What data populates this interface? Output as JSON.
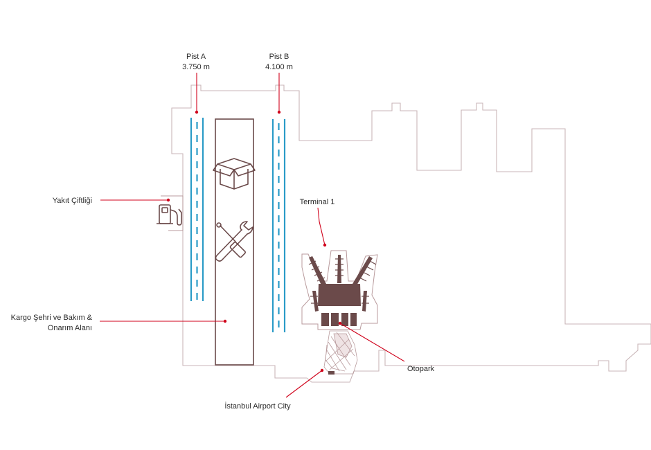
{
  "labels": {
    "pist_a_name": "Pist A",
    "pist_a_length": "3.750 m",
    "pist_b_name": "Pist B",
    "pist_b_length": "4.100 m",
    "fuel_farm": "Yakıt Çiftliği",
    "terminal": "Terminal 1",
    "cargo_line1": "Kargo Şehri ve Bakım &",
    "cargo_line2": "Onarım Alanı",
    "parking": "Otopark",
    "airport_city": "İstanbul Airport City"
  },
  "icons": [
    "fuel-pump-icon",
    "cargo-box-icon",
    "wrench-screwdriver-icon"
  ],
  "colors": {
    "leader": "#d0021b",
    "runway": "#2a9bc7",
    "facility": "#6b4a4a",
    "boundary": "#c9b6b8"
  }
}
